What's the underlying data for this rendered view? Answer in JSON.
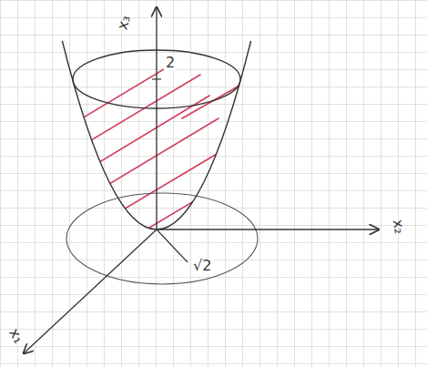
{
  "diagram": {
    "labels": [
      "x₃",
      "2",
      "x₂",
      "√2",
      "x₁"
    ]
  }
}
